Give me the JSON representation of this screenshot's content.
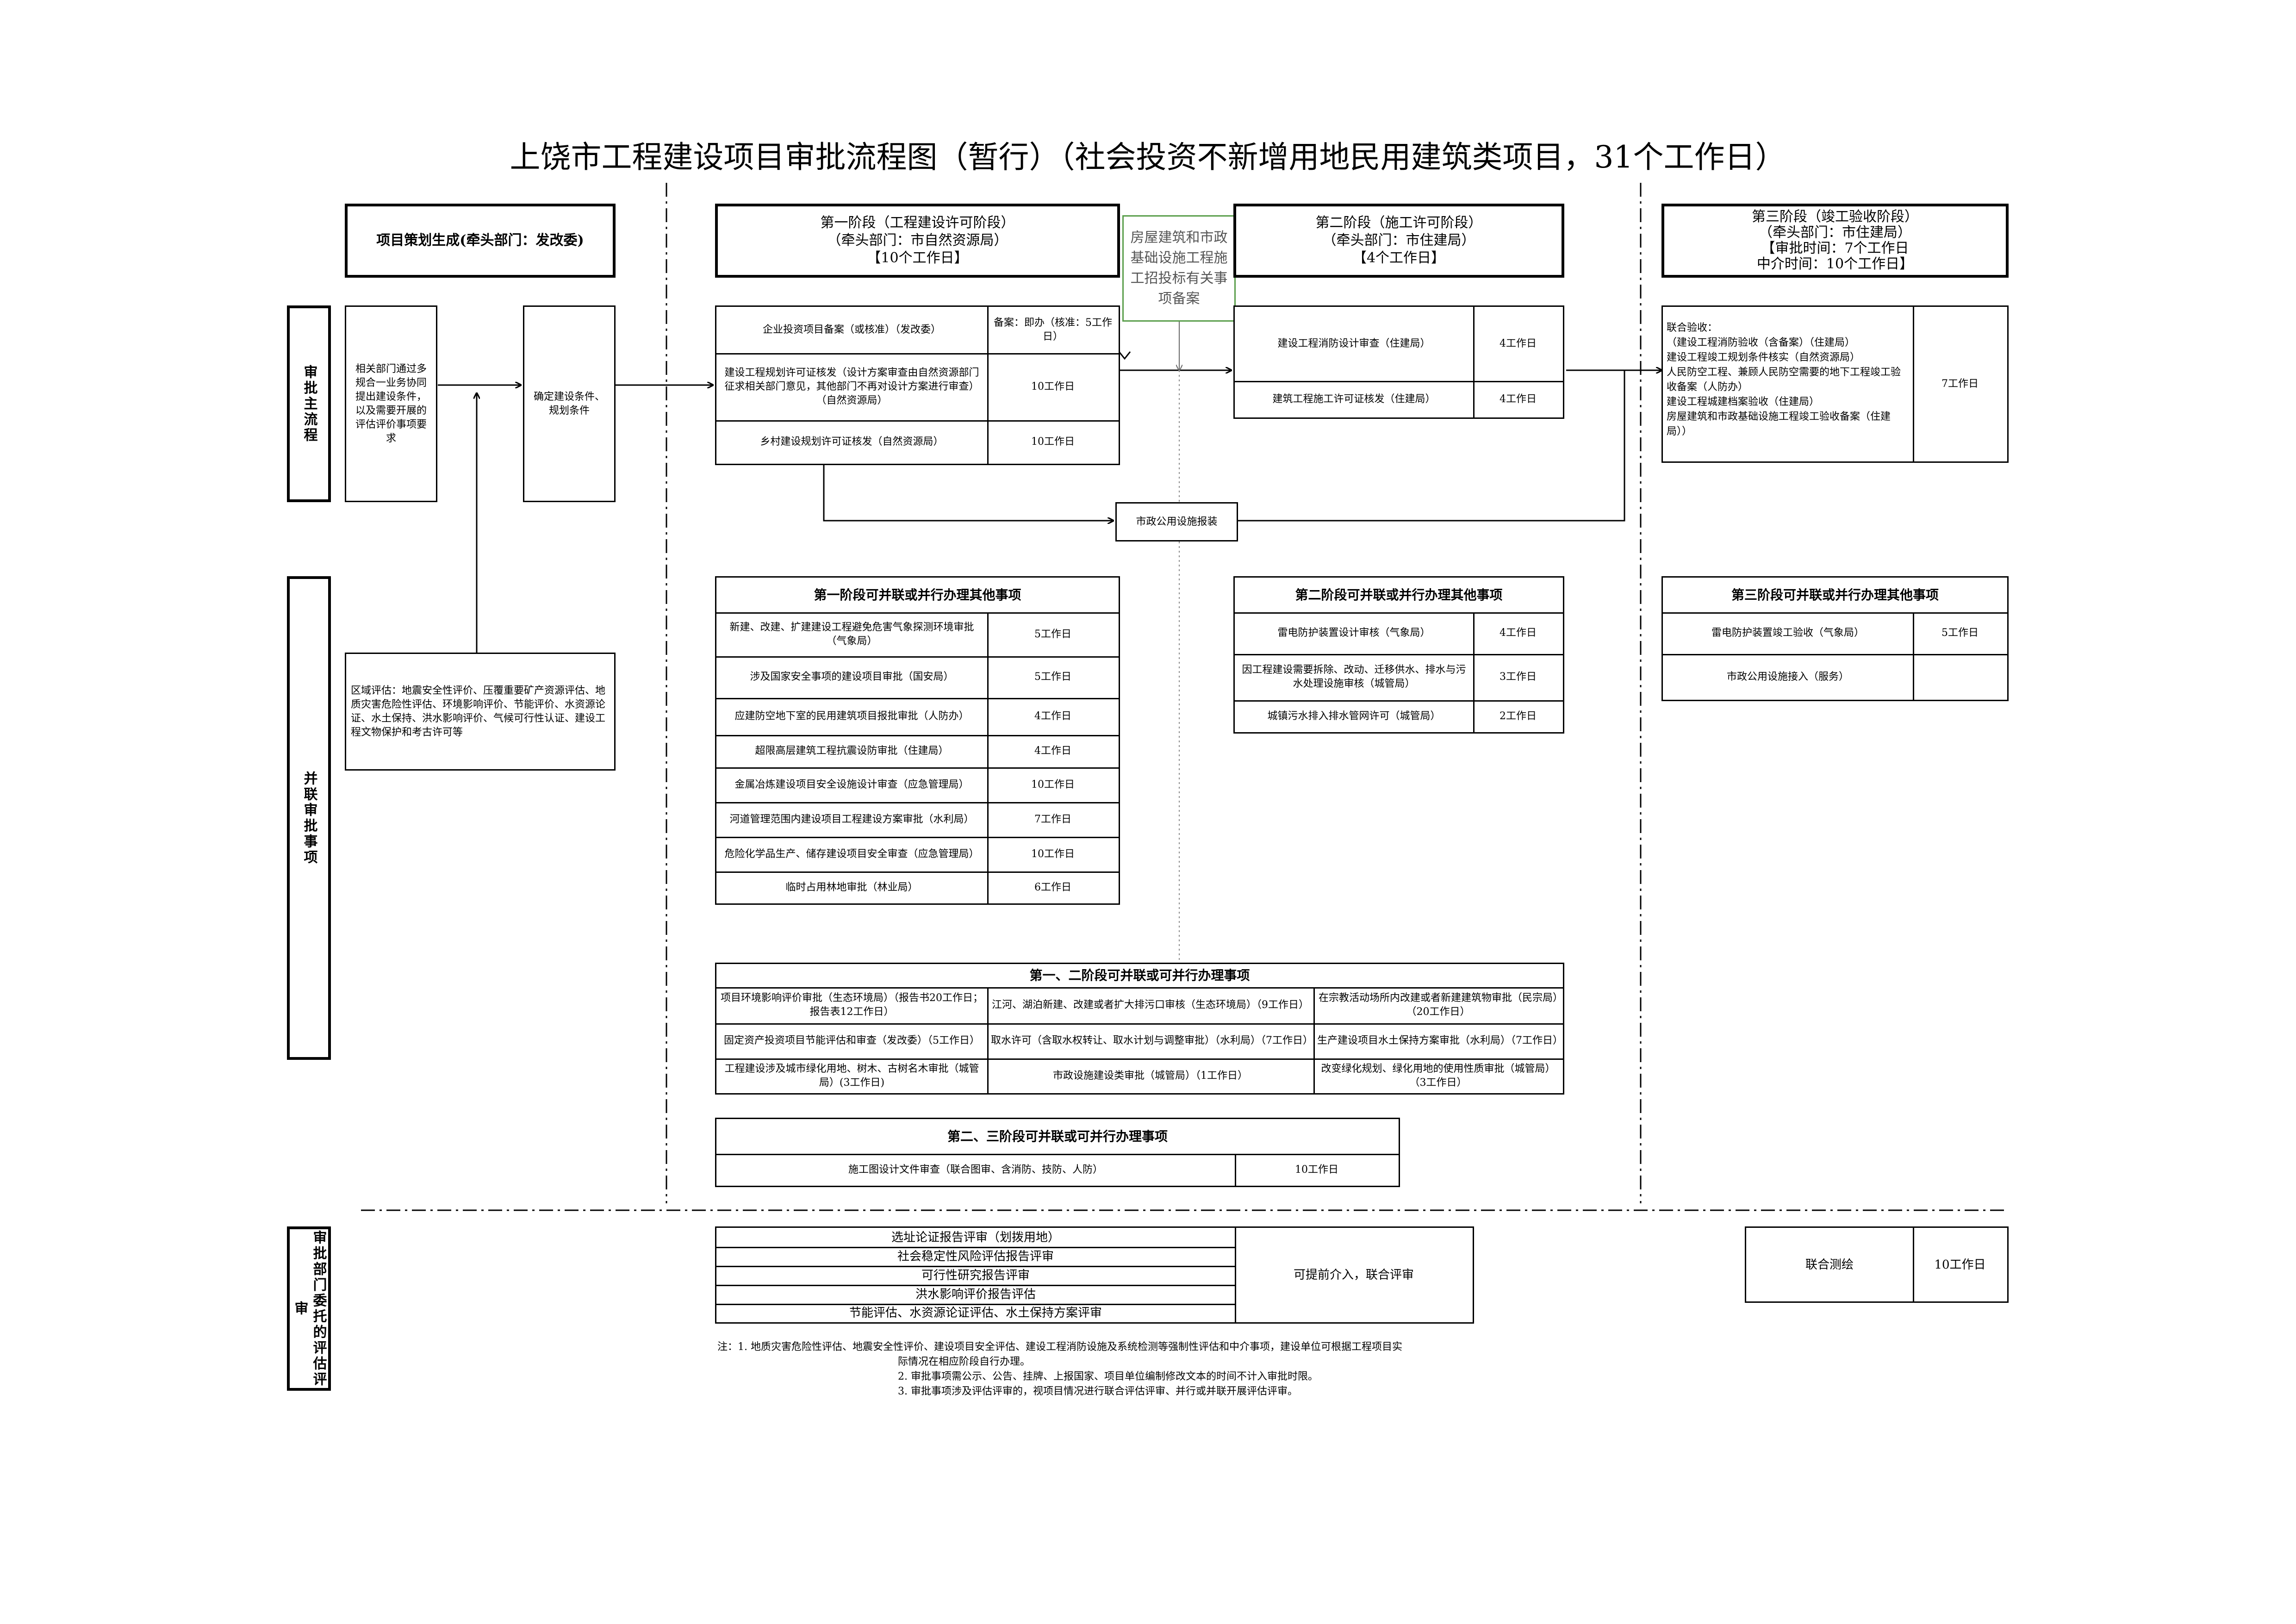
{
  "title": "上饶市工程建设项目审批流程图（暂行）（社会投资不新增用地民用建筑类项目，31个工作日）",
  "lanes": {
    "main": "审批主流程",
    "parallel": "并联审批事项",
    "entrusted": "审批部门委托的评估评审"
  },
  "planning": {
    "header": "项目策划生成(牵头部门：发改委)",
    "coordinate": "相关部门通过多规合一业务协同提出建设条件，以及需要开展的评估评价事项要求",
    "determine": "确定建设条件、规划条件",
    "regional": "区域评估：地震安全性评价、压覆重要矿产资源评估、地质灾害危险性评估、环境影响评价、节能评价、水资源论证、水土保持、洪水影响评价、气候可行性认证、建设工程文物保护和考古许可等"
  },
  "stage1": {
    "header_line1": "第一阶段（工程建设许可阶段）",
    "header_line2": "（牵头部门：市自然资源局）",
    "header_line3": "【10个工作日】",
    "items": [
      {
        "name": "企业投资项目备案（或核准）（发改委）",
        "time": "备案：即办（核准：5工作日）"
      },
      {
        "name": "建设工程规划许可证核发（设计方案审查由自然资源部门征求相关部门意见，其他部门不再对设计方案进行审查）（自然资源局）",
        "time": "10工作日"
      },
      {
        "name": "乡村建设规划许可证核发（自然资源局）",
        "time": "10工作日"
      }
    ],
    "parallel_title": "第一阶段可并联或并行办理其他事项",
    "parallel": [
      {
        "name": "新建、改建、扩建建设工程避免危害气象探测环境审批（气象局）",
        "time": "5工作日"
      },
      {
        "name": "涉及国家安全事项的建设项目审批（国安局）",
        "time": "5工作日"
      },
      {
        "name": "应建防空地下室的民用建筑项目报批审批（人防办）",
        "time": "4工作日"
      },
      {
        "name": "超限高层建筑工程抗震设防审批（住建局）",
        "time": "4工作日"
      },
      {
        "name": "金属冶炼建设项目安全设施设计审查（应急管理局）",
        "time": "10工作日"
      },
      {
        "name": "河道管理范围内建设项目工程建设方案审批（水利局）",
        "time": "7工作日"
      },
      {
        "name": "危险化学品生产、储存建设项目安全审查（应急管理局）",
        "time": "10工作日"
      },
      {
        "name": "临时占用林地审批（林业局）",
        "time": "6工作日"
      }
    ]
  },
  "tender": "房屋建筑和市政基础设施工程施工招投标有关事项备案",
  "municipal_report": "市政公用设施报装",
  "stage2": {
    "header_line1": "第二阶段（施工许可阶段）",
    "header_line2": "（牵头部门：市住建局）",
    "header_line3": "【4个工作日】",
    "items": [
      {
        "name": "建设工程消防设计审查（住建局）",
        "time": "4工作日"
      },
      {
        "name": "建筑工程施工许可证核发（住建局）",
        "time": "4工作日"
      }
    ],
    "parallel_title": "第二阶段可并联或并行办理其他事项",
    "parallel": [
      {
        "name": "雷电防护装置设计审核（气象局）",
        "time": "4工作日"
      },
      {
        "name": "因工程建设需要拆除、改动、迁移供水、排水与污水处理设施审核（城管局）",
        "time": "3工作日"
      },
      {
        "name": "城镇污水排入排水管网许可（城管局）",
        "time": "2工作日"
      }
    ]
  },
  "stage3": {
    "header_line1": "第三阶段（竣工验收阶段）",
    "header_line2": "（牵头部门：市住建局）",
    "header_line3": "【审批时间：7个工作日",
    "header_line4": "中介时间：10个工作日】",
    "joint_line1": "联合验收：",
    "joint_line2": "（建设工程消防验收（含备案）（住建局）",
    "joint_line3": "建设工程竣工规划条件核实（自然资源局）",
    "joint_line4": "人民防空工程、兼顾人民防空需要的地下工程竣工验收备案（人防办）",
    "joint_line5": "建设工程城建档案验收（住建局）",
    "joint_line6": "房屋建筑和市政基础设施工程竣工验收备案（住建局））",
    "joint_time": "7工作日",
    "parallel_title": "第三阶段可并联或并行办理其他事项",
    "parallel": [
      {
        "name": "雷电防护装置竣工验收（气象局）",
        "time": "5工作日"
      },
      {
        "name": "市政公用设施接入（服务）",
        "time": ""
      }
    ]
  },
  "stage12": {
    "title": "第一、二阶段可并联或可并行办理事项",
    "rows": [
      [
        "项目环境影响评价审批（生态环境局）（报告书20工作日；报告表12工作日）",
        "江河、湖泊新建、改建或者扩大排污口审核（生态环境局）（9工作日）",
        "在宗教活动场所内改建或者新建建筑物审批（民宗局）（20工作日）"
      ],
      [
        "固定资产投资项目节能评估和审查（发改委）（5工作日）",
        "取水许可（含取水权转让、取水计划与调整审批）（水利局）（7工作日）",
        "生产建设项目水土保持方案审批（水利局）（7工作日）"
      ],
      [
        "工程建设涉及城市绿化用地、树木、古树名木审批（城管局）(3工作日)",
        "市政设施建设类审批（城管局）（1工作日）",
        "改变绿化规划、绿化用地的使用性质审批（城管局）（3工作日）"
      ]
    ]
  },
  "stage23": {
    "title": "第二、三阶段可并联或可并行办理事项",
    "item": "施工图设计文件审查（联合图审、含消防、技防、人防）",
    "time": "10工作日"
  },
  "entrusted": {
    "items": [
      "选址论证报告评审（划拨用地）",
      "社会稳定性风险评估报告评审",
      "可行性研究报告评审",
      "洪水影响评价报告评估",
      "节能评估、水资源论证评估、水土保持方案评审"
    ],
    "result": "可提前介入，联合评审",
    "survey": "联合测绘",
    "survey_time": "10工作日"
  },
  "notes": {
    "line1": "注：1. 地质灾害危险性评估、地震安全性评价、建设项目安全评估、建设工程消防设施及系统检测等强制性评估和中介事项，建设单位可根据工程项目实",
    "line2": "际情况在相应阶段自行办理。",
    "line3": "2. 审批事项需公示、公告、挂牌、上报国家、项目单位编制修改文本的时间不计入审批时限。",
    "line4": "3. 审批事项涉及评估评审的，视项目情况进行联合评估评审、并行或并联开展评估评审。"
  }
}
